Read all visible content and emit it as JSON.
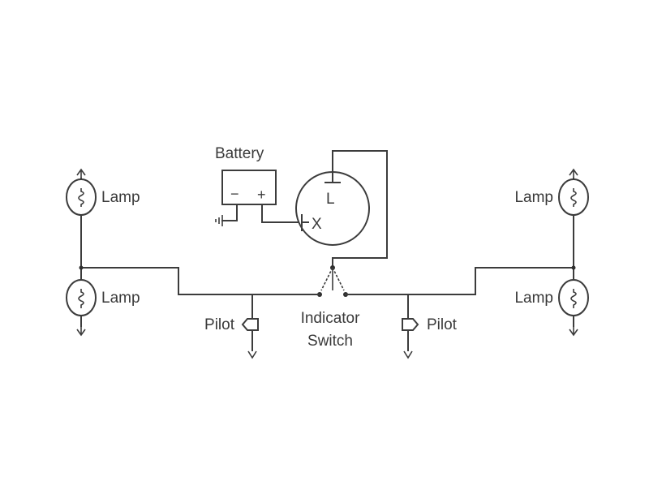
{
  "labels": {
    "battery": "Battery",
    "battery_minus": "−",
    "battery_plus": "+",
    "flasher_l": "L",
    "flasher_x": "X",
    "lamp_left_top": "Lamp",
    "lamp_left_bottom": "Lamp",
    "lamp_right_top": "Lamp",
    "lamp_right_bottom": "Lamp",
    "pilot_left": "Pilot",
    "pilot_right": "Pilot",
    "switch_line1": "Indicator",
    "switch_line2": "Switch"
  }
}
